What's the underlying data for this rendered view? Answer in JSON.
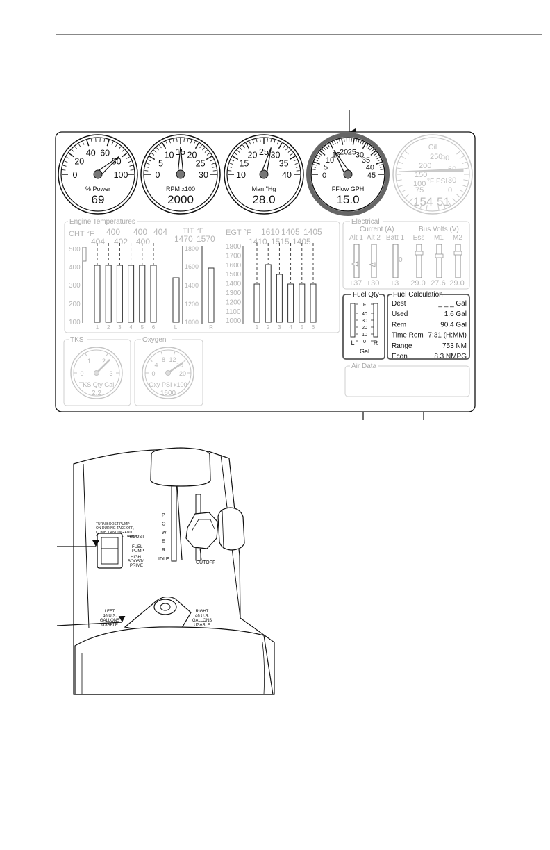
{
  "gauges": [
    {
      "id": "power",
      "label": "% Power",
      "value": "69",
      "ticks": [
        "0",
        "20",
        "40",
        "60",
        "80",
        "100"
      ]
    },
    {
      "id": "rpm",
      "label": "RPM x100",
      "value": "2000",
      "ticks": [
        "0",
        "5",
        "10",
        "15",
        "20",
        "25",
        "30"
      ]
    },
    {
      "id": "map",
      "label": "Man \"Hg",
      "value": "28.0",
      "ticks": [
        "10",
        "15",
        "20",
        "25",
        "30",
        "35",
        "40"
      ]
    },
    {
      "id": "fflow",
      "label": "FFlow GPH",
      "value": "15.0",
      "ticks": [
        "0",
        "5",
        "10",
        "15",
        "20",
        "25",
        "30",
        "35",
        "40",
        "45"
      ]
    },
    {
      "id": "oil",
      "label": "PSI",
      "unit_left": "°F",
      "title": "Oil",
      "value_left": "154",
      "value_right": "51",
      "ticks_left": [
        "75",
        "100",
        "150",
        "200",
        "250"
      ],
      "ticks_right": [
        "0",
        "30",
        "60",
        "90"
      ]
    }
  ],
  "engine_temps": {
    "title": "Engine Temperatures",
    "cht": {
      "label": "CHT °F",
      "top_values": [
        "400",
        "400",
        "404"
      ],
      "second_values": [
        "404",
        "402",
        "400"
      ],
      "axis": [
        "500",
        "400",
        "300",
        "200",
        "100"
      ],
      "cyl": [
        "1",
        "2",
        "3",
        "4",
        "5",
        "6"
      ]
    },
    "tit": {
      "label": "TIT °F",
      "values": [
        "1470",
        "1570"
      ],
      "axis": [
        "1800",
        "1600",
        "1400",
        "1200",
        "1000"
      ],
      "cyl": [
        "L",
        "R"
      ]
    },
    "egt": {
      "label": "EGT °F",
      "top_values": [
        "1610",
        "1405",
        "1405"
      ],
      "second_values": [
        "1410",
        "1515",
        "1405"
      ],
      "axis": [
        "1800",
        "1700",
        "1600",
        "1500",
        "1400",
        "1300",
        "1200",
        "1100",
        "1000"
      ],
      "cyl": [
        "1",
        "2",
        "3",
        "4",
        "5",
        "6"
      ]
    }
  },
  "electrical": {
    "title": "Electrical",
    "current_label": "Current (A)",
    "bus_label": "Bus Volts (V)",
    "columns": [
      "Alt 1",
      "Alt 2",
      "Batt 1",
      "Ess",
      "M1",
      "M2"
    ],
    "values": [
      "+37",
      "+30",
      "+3",
      "29.0",
      "27.6",
      "29.0"
    ],
    "batt_zero": "0"
  },
  "fuel_qty": {
    "title": "Fuel Qty",
    "scale": [
      "F",
      "40",
      "30",
      "20",
      "10",
      "0"
    ],
    "left": "L",
    "right": "R",
    "unit": "Gal"
  },
  "fuel_calc": {
    "title": "Fuel Calculation",
    "rows": [
      {
        "label": "Dest",
        "value": "_ _ _ Gal"
      },
      {
        "label": "Used",
        "value": "1.6 Gal"
      },
      {
        "label": "Rem",
        "value": "90.4 Gal"
      },
      {
        "label": "Time Rem",
        "value": "7:31 (H:MM)"
      },
      {
        "label": "Range",
        "value": "753 NM"
      },
      {
        "label": "Econ",
        "value": "8.3 NMPG"
      }
    ]
  },
  "tks": {
    "title": "TKS",
    "label": "TKS Qty Gal",
    "value": "2.2",
    "ticks": [
      "0",
      "1",
      "2",
      "3"
    ]
  },
  "oxygen": {
    "title": "Oxygen",
    "label": "Oxy PSI x100",
    "value": "1600",
    "ticks": [
      "0",
      "4",
      "8",
      "12",
      "16",
      "20"
    ]
  },
  "air_data": {
    "title": "Air Data"
  },
  "console": {
    "power_letters": [
      "P",
      "O",
      "W",
      "E",
      "R"
    ],
    "idle": "IDLE",
    "cutoff": "CUTOFF",
    "switch_caption": "TURN BOOST PUMP ON DURING TAKE OFF, CLIMB, LANDING AND SWITCHING FUEL TANKS",
    "boost": "BOOST",
    "fuel_pump": [
      "FUEL",
      "PUMP"
    ],
    "high_boost": [
      "HIGH",
      "BOOST/",
      "PRIME"
    ],
    "left_tank": [
      "LEFT",
      "46 U.S.",
      "GALLONS",
      "USABLE"
    ],
    "right_tank": [
      "RIGHT",
      "46 U.S.",
      "GALLONS",
      "USABLE"
    ]
  }
}
